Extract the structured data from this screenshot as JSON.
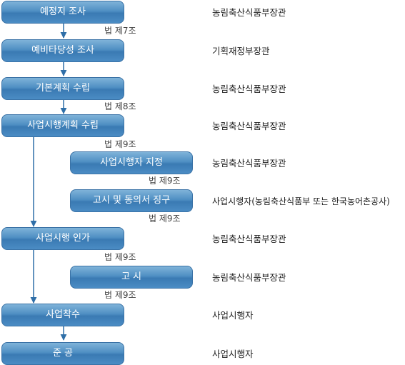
{
  "steps": [
    {
      "label": "예정지 조사",
      "owner": "농림축산식품부장관"
    },
    {
      "label": "예비타당성 조사",
      "owner": "기획재정부장관"
    },
    {
      "label": "기본계획 수립",
      "owner": "농림축산식품부장관"
    },
    {
      "label": "사업시행계획 수립",
      "owner": "농림축산식품부장관"
    },
    {
      "label": "사업시행자 지정",
      "owner": "농림축산식품부장관"
    },
    {
      "label": "고시 및 동의서 징구",
      "owner": "사업시행자(농림축산식품부 또는 한국농어촌공사)"
    },
    {
      "label": "사업시행 인가",
      "owner": "농림축산식품부장관"
    },
    {
      "label": "고 시",
      "owner": "농림축산식품부장관"
    },
    {
      "label": "사업착수",
      "owner": "사업시행자"
    },
    {
      "label": "준 공",
      "owner": "사업시행자"
    }
  ],
  "laws": [
    "법 제7조",
    "법 제8조",
    "법 제9조",
    "법 제9조",
    "법 제9조",
    "법 제9조",
    "법 제9조"
  ]
}
